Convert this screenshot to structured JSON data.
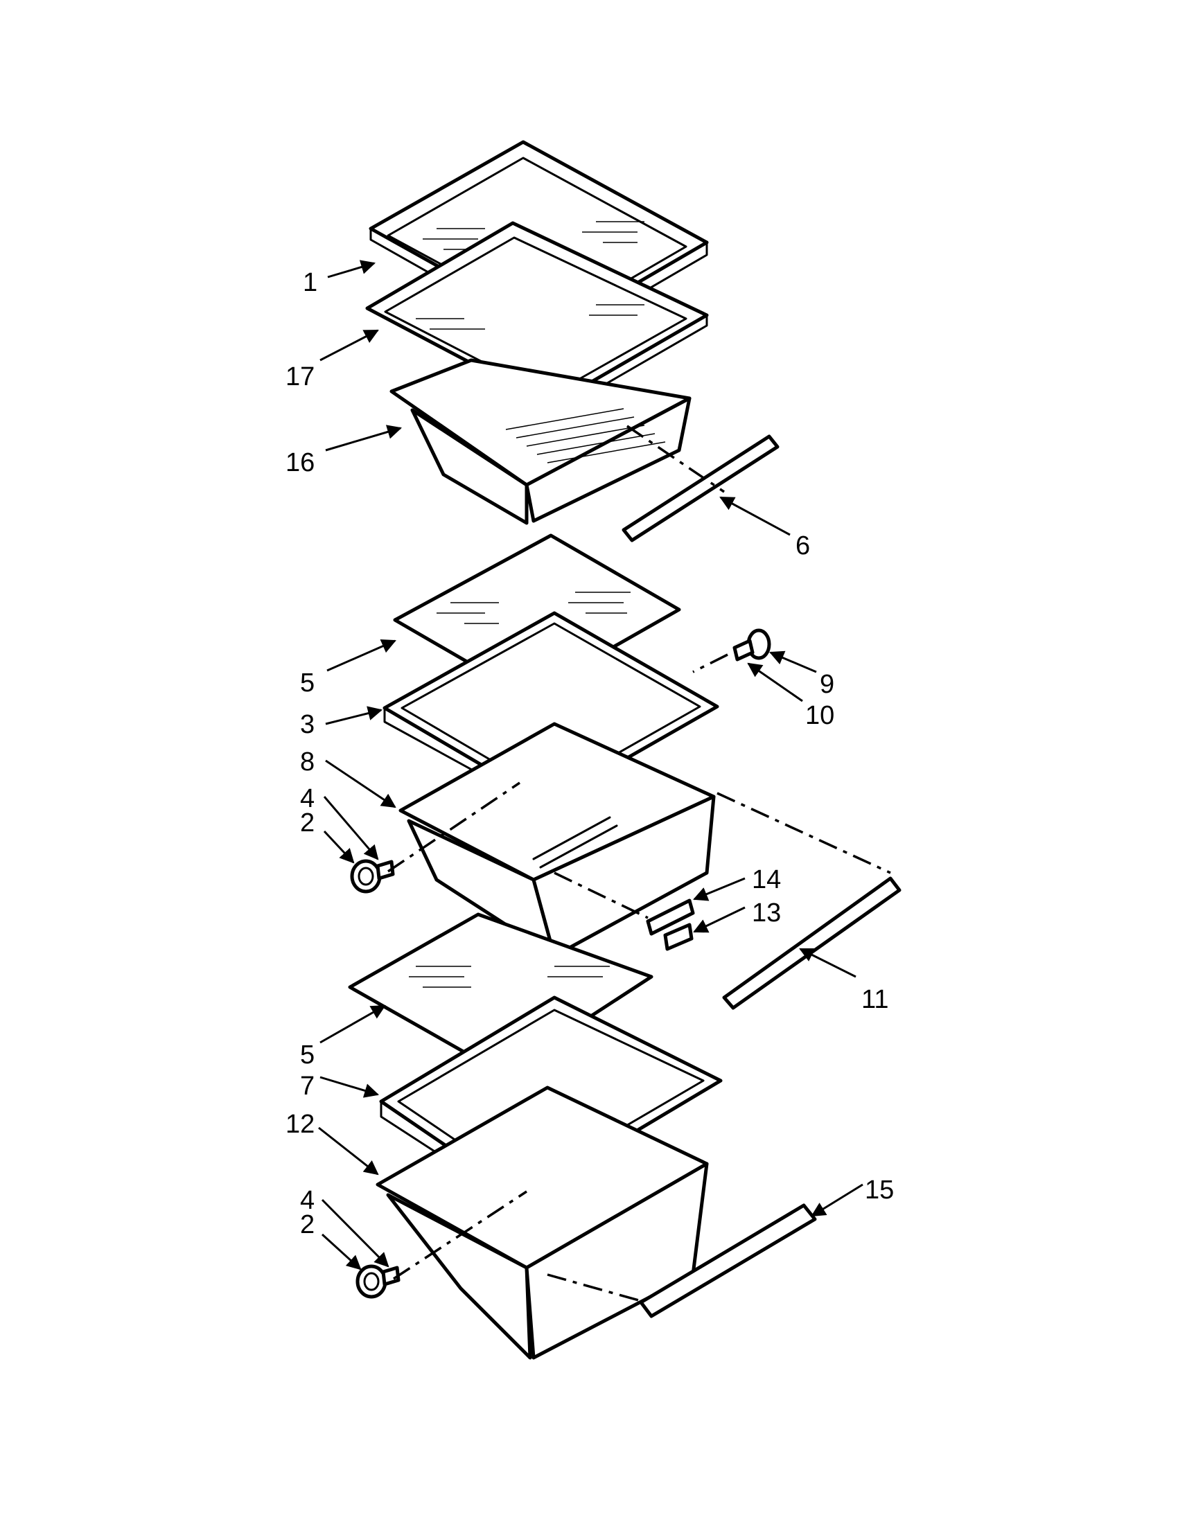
{
  "callouts": {
    "c1": "1",
    "c17": "17",
    "c16": "16",
    "c6": "6",
    "c5a": "5",
    "c3": "3",
    "c8": "8",
    "c4a": "4",
    "c2a": "2",
    "c9": "9",
    "c10": "10",
    "c14": "14",
    "c13": "13",
    "c11": "11",
    "c5b": "5",
    "c7": "7",
    "c12": "12",
    "c4b": "4",
    "c2b": "2",
    "c15": "15"
  }
}
